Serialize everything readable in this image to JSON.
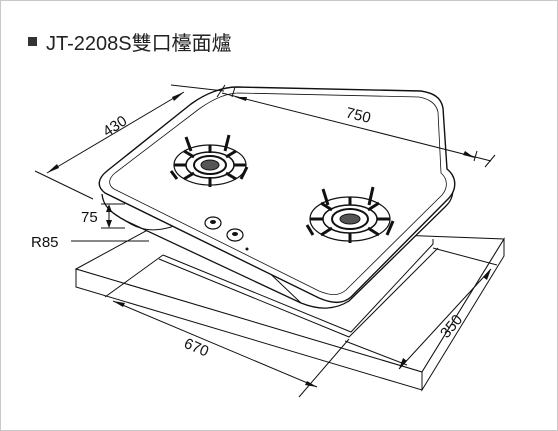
{
  "title": "JT-2208S雙口檯面爐",
  "dimensions": {
    "top_width": "750",
    "top_depth": "430",
    "body_height": "75",
    "corner_radius": "R85",
    "cutout_width": "670",
    "cutout_depth": "350"
  },
  "icons": [
    "square-bullet-icon",
    "burner-grate-icon",
    "control-knob-icon"
  ]
}
